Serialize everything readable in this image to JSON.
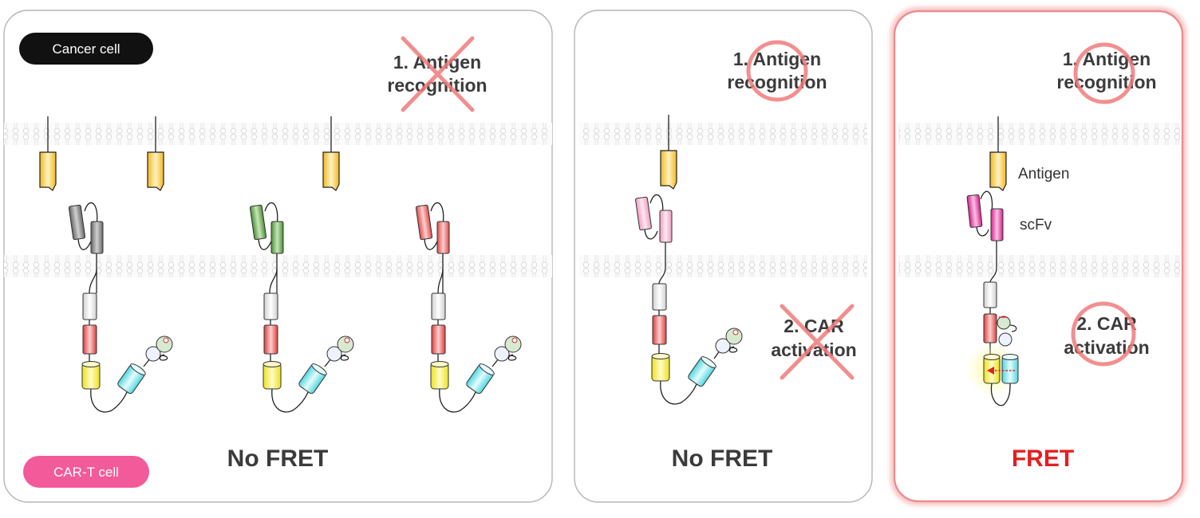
{
  "labels": {
    "cancer_cell": "Cancer cell",
    "car_t_cell": "CAR-T cell",
    "antigen_recognition_line1": "1. Antigen",
    "antigen_recognition_line2": "recognition",
    "car_activation_line1": "2. CAR",
    "car_activation_line2": "activation",
    "no_fret": "No FRET",
    "fret": "FRET",
    "antigen": "Antigen",
    "scfv": "scFv"
  },
  "colors": {
    "panel_border": "#b5b5b5",
    "highlight_border": "#ef8c8c",
    "cross": "#f07b7b",
    "circle": "#f07b7b",
    "fret_text": "#e32020",
    "antigen": "#f7c534",
    "scfv_gray": "#7a7a7a",
    "scfv_green": "#4f9a3c",
    "scfv_red": "#e95b5b",
    "scfv_pink": "#f2a9c9",
    "scfv_magenta": "#e0309a",
    "hinge_gray": "#d9d9d9",
    "costim_red": "#e84a4a",
    "yellow_fp": "#f4ee3c",
    "cyan_fp": "#6fe3ea",
    "cancer_badge": "#111111",
    "cart_badge": "#f35a9a"
  }
}
